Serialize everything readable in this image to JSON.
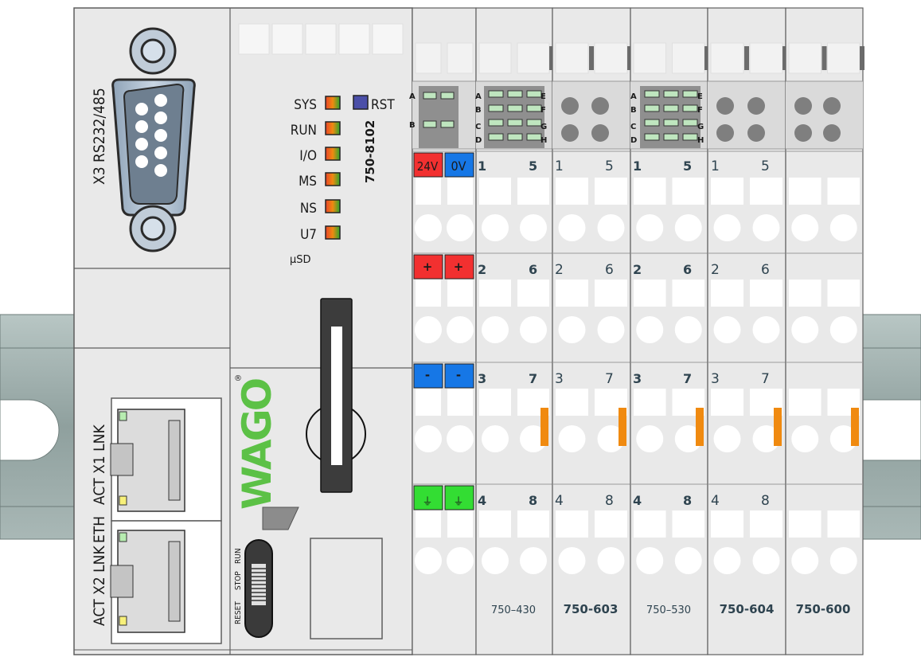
{
  "serial_port": {
    "label": "X3 RS232/485"
  },
  "leds": [
    {
      "label": "SYS"
    },
    {
      "label": "RUN"
    },
    {
      "label": "I/O"
    },
    {
      "label": "MS"
    },
    {
      "label": "NS"
    },
    {
      "label": "U7"
    }
  ],
  "reset_led_label": "RST",
  "usd_label": "μSD",
  "controller_model": "750-8102",
  "brand": "WAGO",
  "ethernet": {
    "label_upper": "ACT X1 LNK",
    "label_mid": "ETH",
    "label_lower": "ACT X2 LNK"
  },
  "mode_switch_labels": [
    "RESET",
    "STOP",
    "RUN"
  ],
  "supply": {
    "pos_row": [
      "24V",
      "0V"
    ],
    "plus": "+",
    "minus": "-",
    "ground": "⏚"
  },
  "led_letters_left": [
    "A",
    "B",
    "C",
    "D"
  ],
  "led_letters_right": [
    "E",
    "F",
    "G",
    "H"
  ],
  "supply_led_letters": [
    "A",
    "B"
  ],
  "terminal_numbers": [
    [
      "1",
      "5"
    ],
    [
      "2",
      "6"
    ],
    [
      "3",
      "7"
    ],
    [
      "4",
      "8"
    ]
  ],
  "modules": [
    {
      "name": "750–430"
    },
    {
      "name": "750-603"
    },
    {
      "name": "750–530"
    },
    {
      "name": "750-604"
    },
    {
      "name": "750-600"
    }
  ],
  "colors": {
    "body": "#e9e9e9",
    "frame": "#5e5e5e",
    "rail": "#9fb0ae",
    "red": "#f23030",
    "blue": "#1677e6",
    "green": "#33dd33",
    "orange": "#f08a10",
    "rst_led": "#4b4fa8"
  }
}
